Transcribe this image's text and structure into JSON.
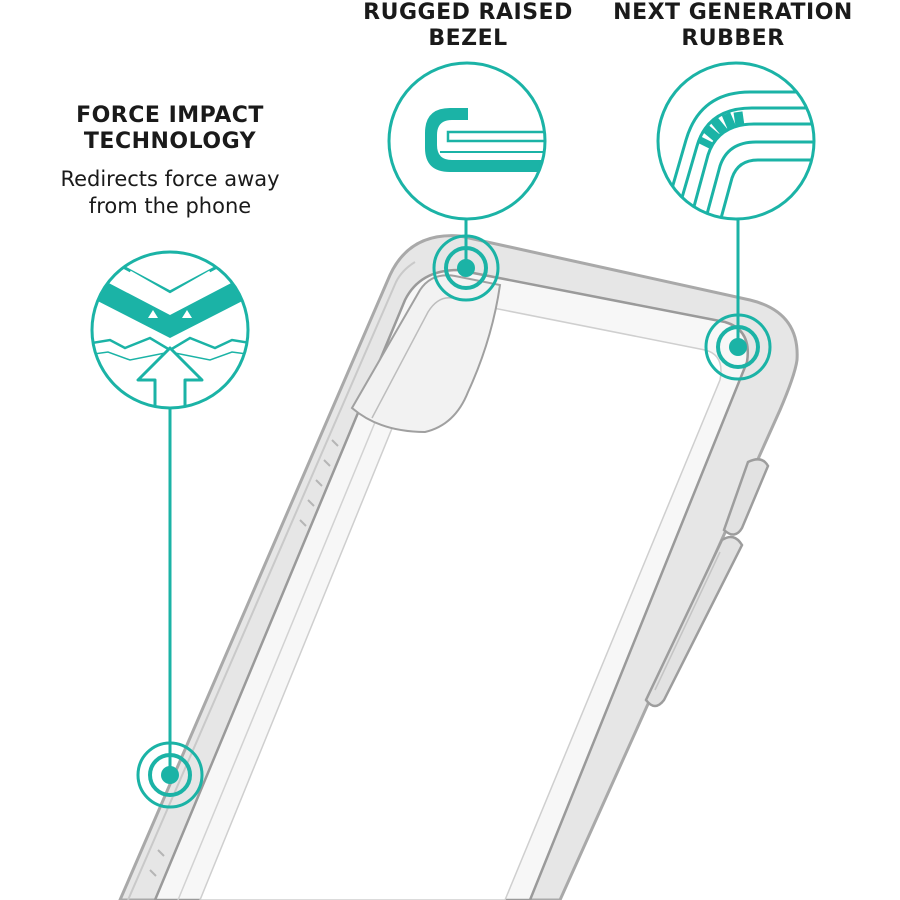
{
  "colors": {
    "accent": "#1bb3a6",
    "case_edge": "#a9a9a9",
    "heading_text": "#1a1a1a"
  },
  "features": [
    {
      "id": "force-impact",
      "heading_line1": "FORCE IMPACT",
      "heading_line2": "TECHNOLOGY",
      "description_line1": "Redirects force away",
      "description_line2": "from the phone",
      "icon": "force-impact-icon"
    },
    {
      "id": "rugged-bezel",
      "heading_line1": "RUGGED RAISED",
      "heading_line2": "BEZEL",
      "icon": "bezel-profile-icon"
    },
    {
      "id": "next-gen-rubber",
      "heading_line1": "NEXT GENERATION",
      "heading_line2": "RUBBER",
      "icon": "rubber-corner-icon"
    }
  ]
}
